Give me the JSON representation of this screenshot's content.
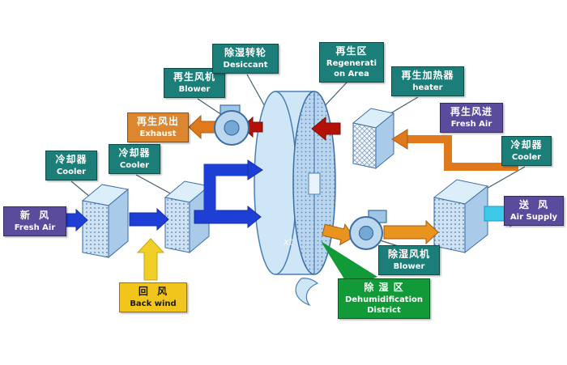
{
  "labels": {
    "fresh_air_in": {
      "zh": "新  风",
      "en": "Fresh Air"
    },
    "cooler_1": {
      "zh": "冷却器",
      "en": "Cooler"
    },
    "cooler_2": {
      "zh": "冷却器",
      "en": "Cooler"
    },
    "regen_blower": {
      "zh": "再生风机",
      "en": "Blower"
    },
    "regen_exhaust": {
      "zh": "再生风出",
      "en": "Exhaust"
    },
    "desiccant_wheel": {
      "zh": "除湿转轮",
      "en": "Desiccant"
    },
    "regen_area": {
      "zh": "再生区",
      "en_line1": "Regenerati",
      "en_line2": "on Area"
    },
    "regen_heater": {
      "zh": "再生加热器",
      "en": "heater"
    },
    "regen_fresh_air": {
      "zh": "再生风进",
      "en": "Fresh Air"
    },
    "cooler_3": {
      "zh": "冷却器",
      "en": "Cooler"
    },
    "air_supply": {
      "zh": "送  风",
      "en": "Air Supply"
    },
    "dehumid_blower": {
      "zh": "除湿风机",
      "en": "Blower"
    },
    "back_wind": {
      "zh": "回  风",
      "en": "Back wind"
    },
    "dehumid_district": {
      "zh": "除 湿 区",
      "en_line1": "Dehumidification",
      "en_line2": "District"
    }
  },
  "watermark": "xt",
  "colors": {
    "teal_label": "#1b7e78",
    "purple_label": "#5b4b9d",
    "orange_label": "#dd8630",
    "yellow_label": "#f2c51d",
    "green_label": "#129a38",
    "process_air_blue": "#1d3fd6",
    "regen_air_orange": "#e0791c",
    "hot_air_red": "#b31206",
    "return_air_yellow": "#f0d028",
    "supply_air_cyan": "#3cc9ea",
    "component_fill": "#cfe6f7",
    "component_stroke": "#3a6ea5"
  }
}
